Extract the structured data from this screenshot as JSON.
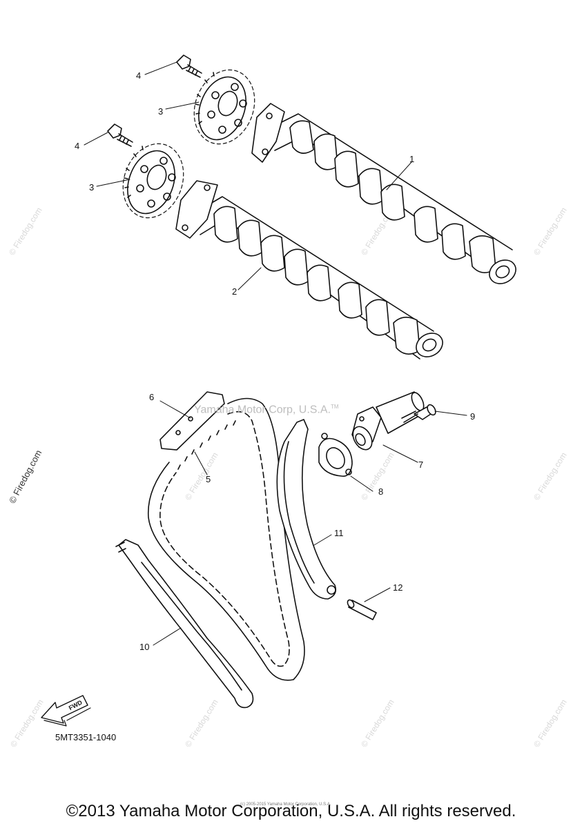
{
  "diagram": {
    "part_code": "5MT3351-1040",
    "fwd_label": "FWD",
    "callouts": [
      {
        "id": "1",
        "label": "1"
      },
      {
        "id": "2",
        "label": "2"
      },
      {
        "id": "3a",
        "label": "3"
      },
      {
        "id": "3b",
        "label": "3"
      },
      {
        "id": "4a",
        "label": "4"
      },
      {
        "id": "4b",
        "label": "4"
      },
      {
        "id": "5",
        "label": "5"
      },
      {
        "id": "6",
        "label": "6"
      },
      {
        "id": "7",
        "label": "7"
      },
      {
        "id": "8",
        "label": "8"
      },
      {
        "id": "9",
        "label": "9"
      },
      {
        "id": "10",
        "label": "10"
      },
      {
        "id": "11",
        "label": "11"
      },
      {
        "id": "12",
        "label": "12"
      }
    ]
  },
  "watermarks": {
    "site": "© Firedog.com",
    "center": "Yamaha Motor Corp, U.S.A.",
    "center_tm": "TM",
    "tiny": "(c) 2005-2015 Yamaha Motor Corporation, U.S.A."
  },
  "footer": {
    "copyright": "©2013 Yamaha Motor Corporation, U.S.A. All rights reserved."
  }
}
